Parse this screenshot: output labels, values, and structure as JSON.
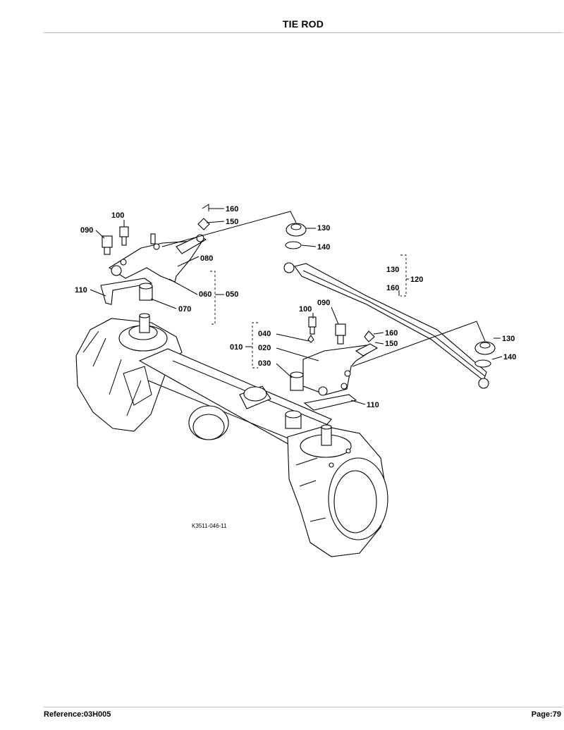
{
  "header": {
    "title": "TIE ROD"
  },
  "footer": {
    "reference": "Reference:03H005",
    "page": "Page:79"
  },
  "diagram": {
    "ref_code": "K3511-046-11",
    "callouts": {
      "c160a": "160",
      "c150a": "150",
      "c100a": "100",
      "c090a": "090",
      "c080": "080",
      "c060": "060",
      "c050": "050",
      "c110a": "110",
      "c070": "070",
      "c130a": "130",
      "c140a": "140",
      "c130b": "130",
      "c160b": "160",
      "c120": "120",
      "c100b": "100",
      "c090b": "090",
      "c160c": "160",
      "c150b": "150",
      "c040": "040",
      "c010": "010",
      "c020": "020",
      "c030": "030",
      "c110b": "110",
      "c130c": "130",
      "c140b": "140"
    }
  }
}
